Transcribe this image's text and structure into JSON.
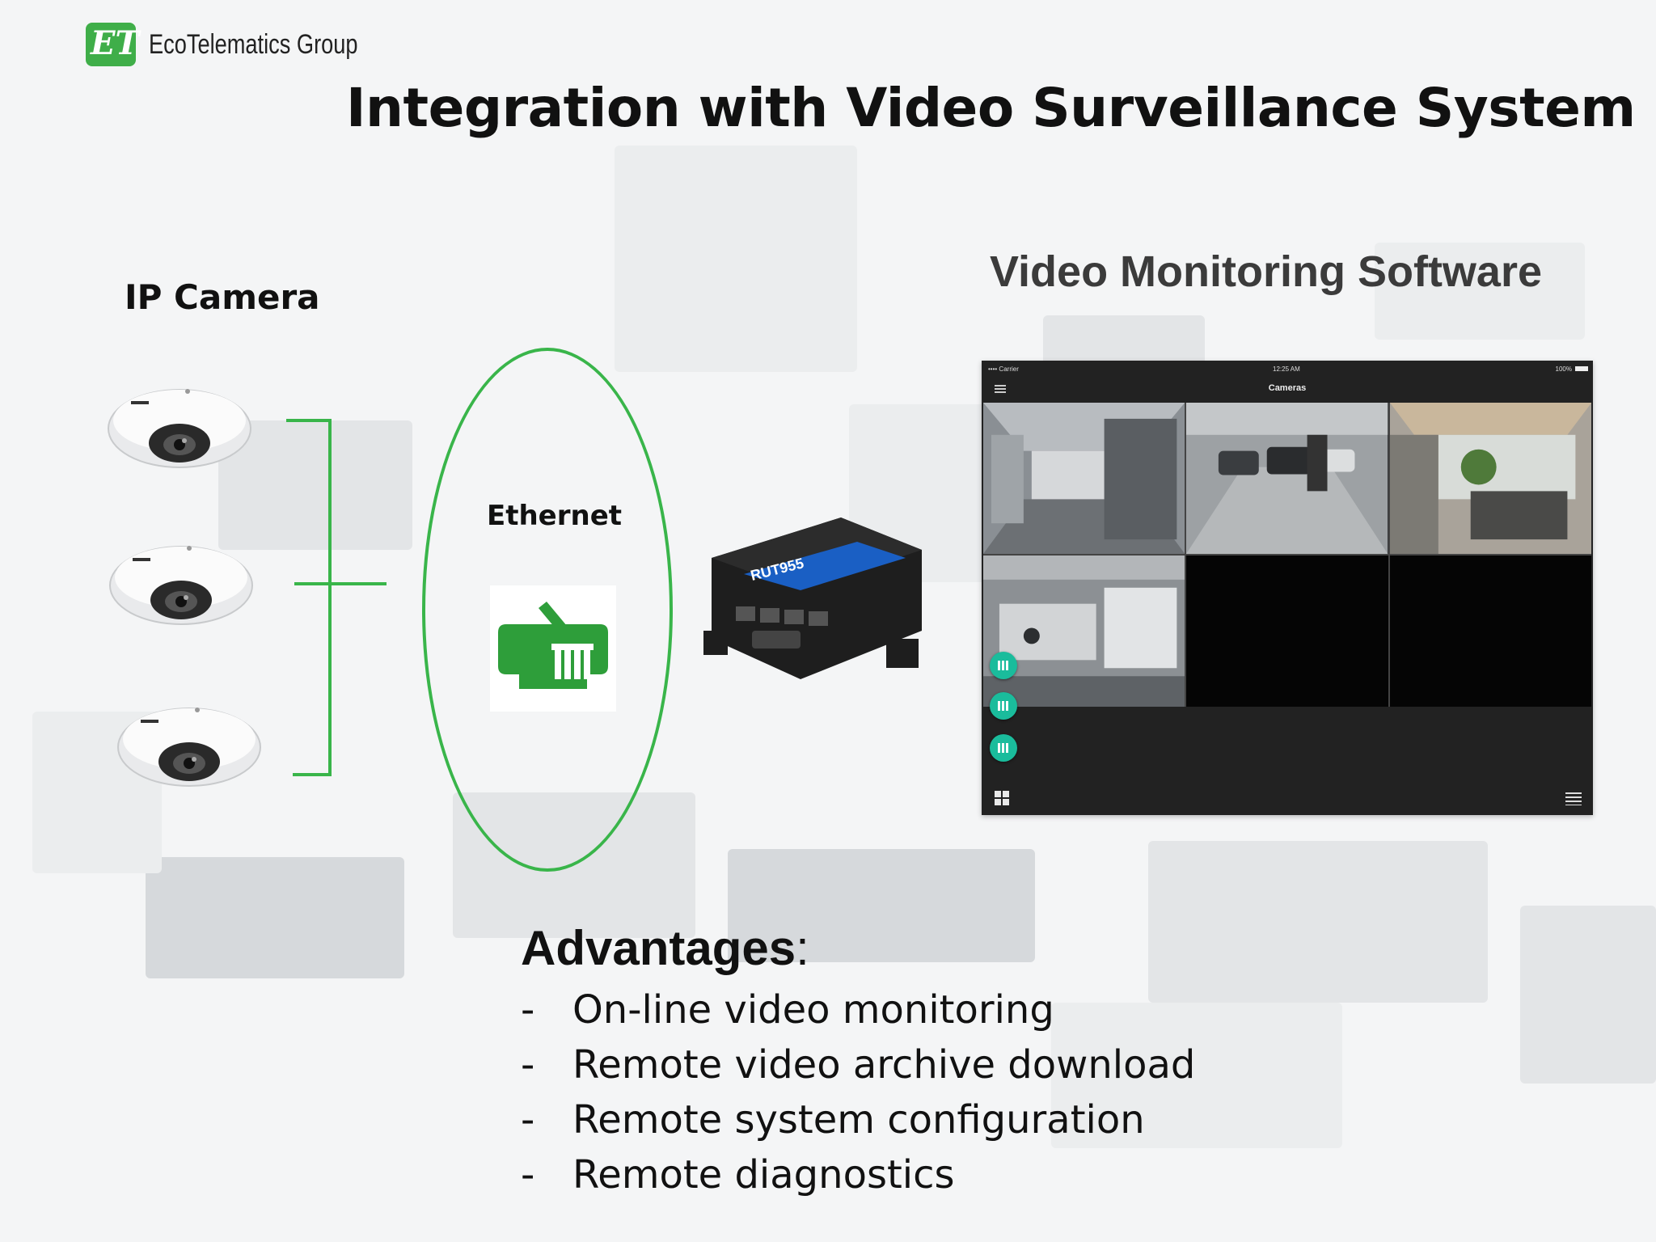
{
  "header": {
    "logo_mark": "ET",
    "logo_text": "EcoTelematics Group",
    "title": "Integration with Video Surveillance System"
  },
  "diagram": {
    "camera_label": "IP Camera",
    "ethernet_label": "Ethernet",
    "router_model": "RUT955",
    "software_label": "Video Monitoring Software",
    "colors": {
      "accent_green": "#39b54a",
      "logo_green": "#3fae49",
      "fab_teal": "#1abc9c"
    },
    "icons": [
      "camera-icon",
      "ethernet-icon",
      "router-icon"
    ]
  },
  "tablet": {
    "status_left": "•••• Carrier",
    "status_time": "12:25 AM",
    "status_right": "100%",
    "app_title": "Cameras"
  },
  "advantages": {
    "title": "Advantages",
    "colon": ":",
    "dash": "-",
    "items": [
      "On-line video monitoring",
      "Remote video archive download",
      "Remote system configuration",
      "Remote diagnostics"
    ]
  }
}
